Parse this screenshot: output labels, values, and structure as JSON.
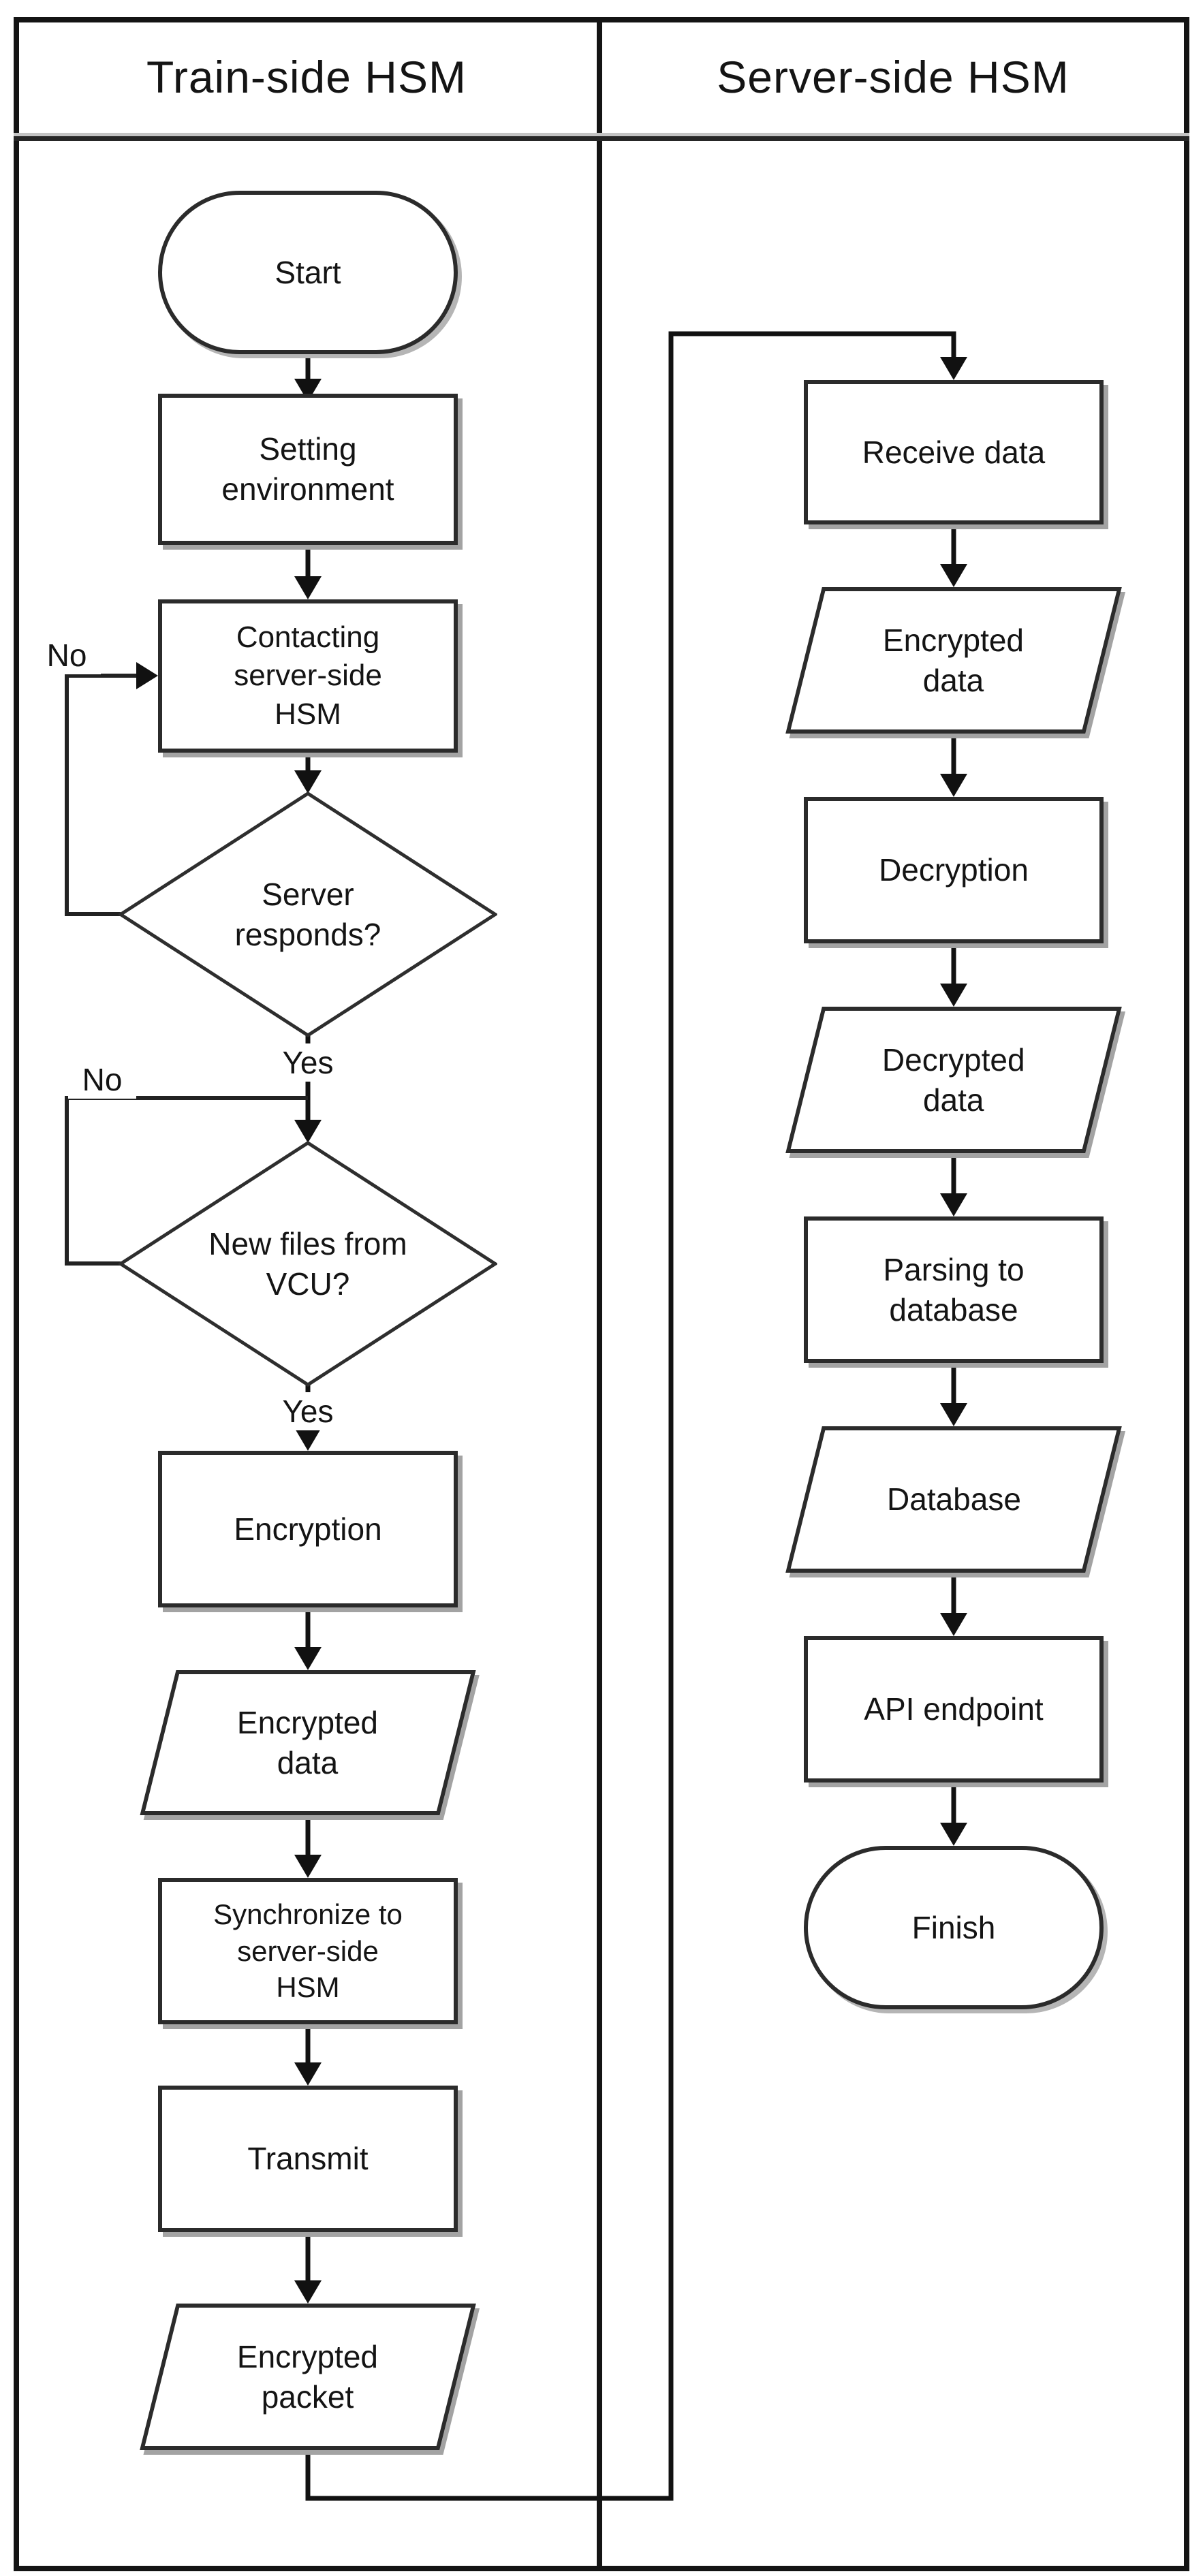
{
  "header": {
    "left_lane": "Train-side HSM",
    "right_lane": "Server-side HSM"
  },
  "train_side": {
    "start": "Start",
    "setting_environment": "Setting\nenvironment",
    "contacting_server": "Contacting\nserver-side\nHSM",
    "decision_server_responds": "Server\nresponds?",
    "decision_new_files": "New files from\nVCU?",
    "encryption": "Encryption",
    "encrypted_data": "Encrypted\ndata",
    "synchronize": "Synchronize to\nserver-side\nHSM",
    "transmit": "Transmit",
    "encrypted_packet": "Encrypted\npacket",
    "labels": {
      "no_server": "No",
      "yes_server": "Yes",
      "no_files": "No",
      "yes_files": "Yes"
    }
  },
  "server_side": {
    "receive_data": "Receive data",
    "encrypted_data": "Encrypted\ndata",
    "decryption": "Decryption",
    "decrypted_data": "Decrypted\ndata",
    "parsing_to_database": "Parsing to\ndatabase",
    "database": "Database",
    "api_endpoint": "API endpoint",
    "finish": "Finish"
  },
  "colors": {
    "line": "#111111",
    "shape_border": "#2b2b2b",
    "shape_shadow": "#a3a3a3",
    "text": "#141414",
    "background": "#ffffff"
  }
}
